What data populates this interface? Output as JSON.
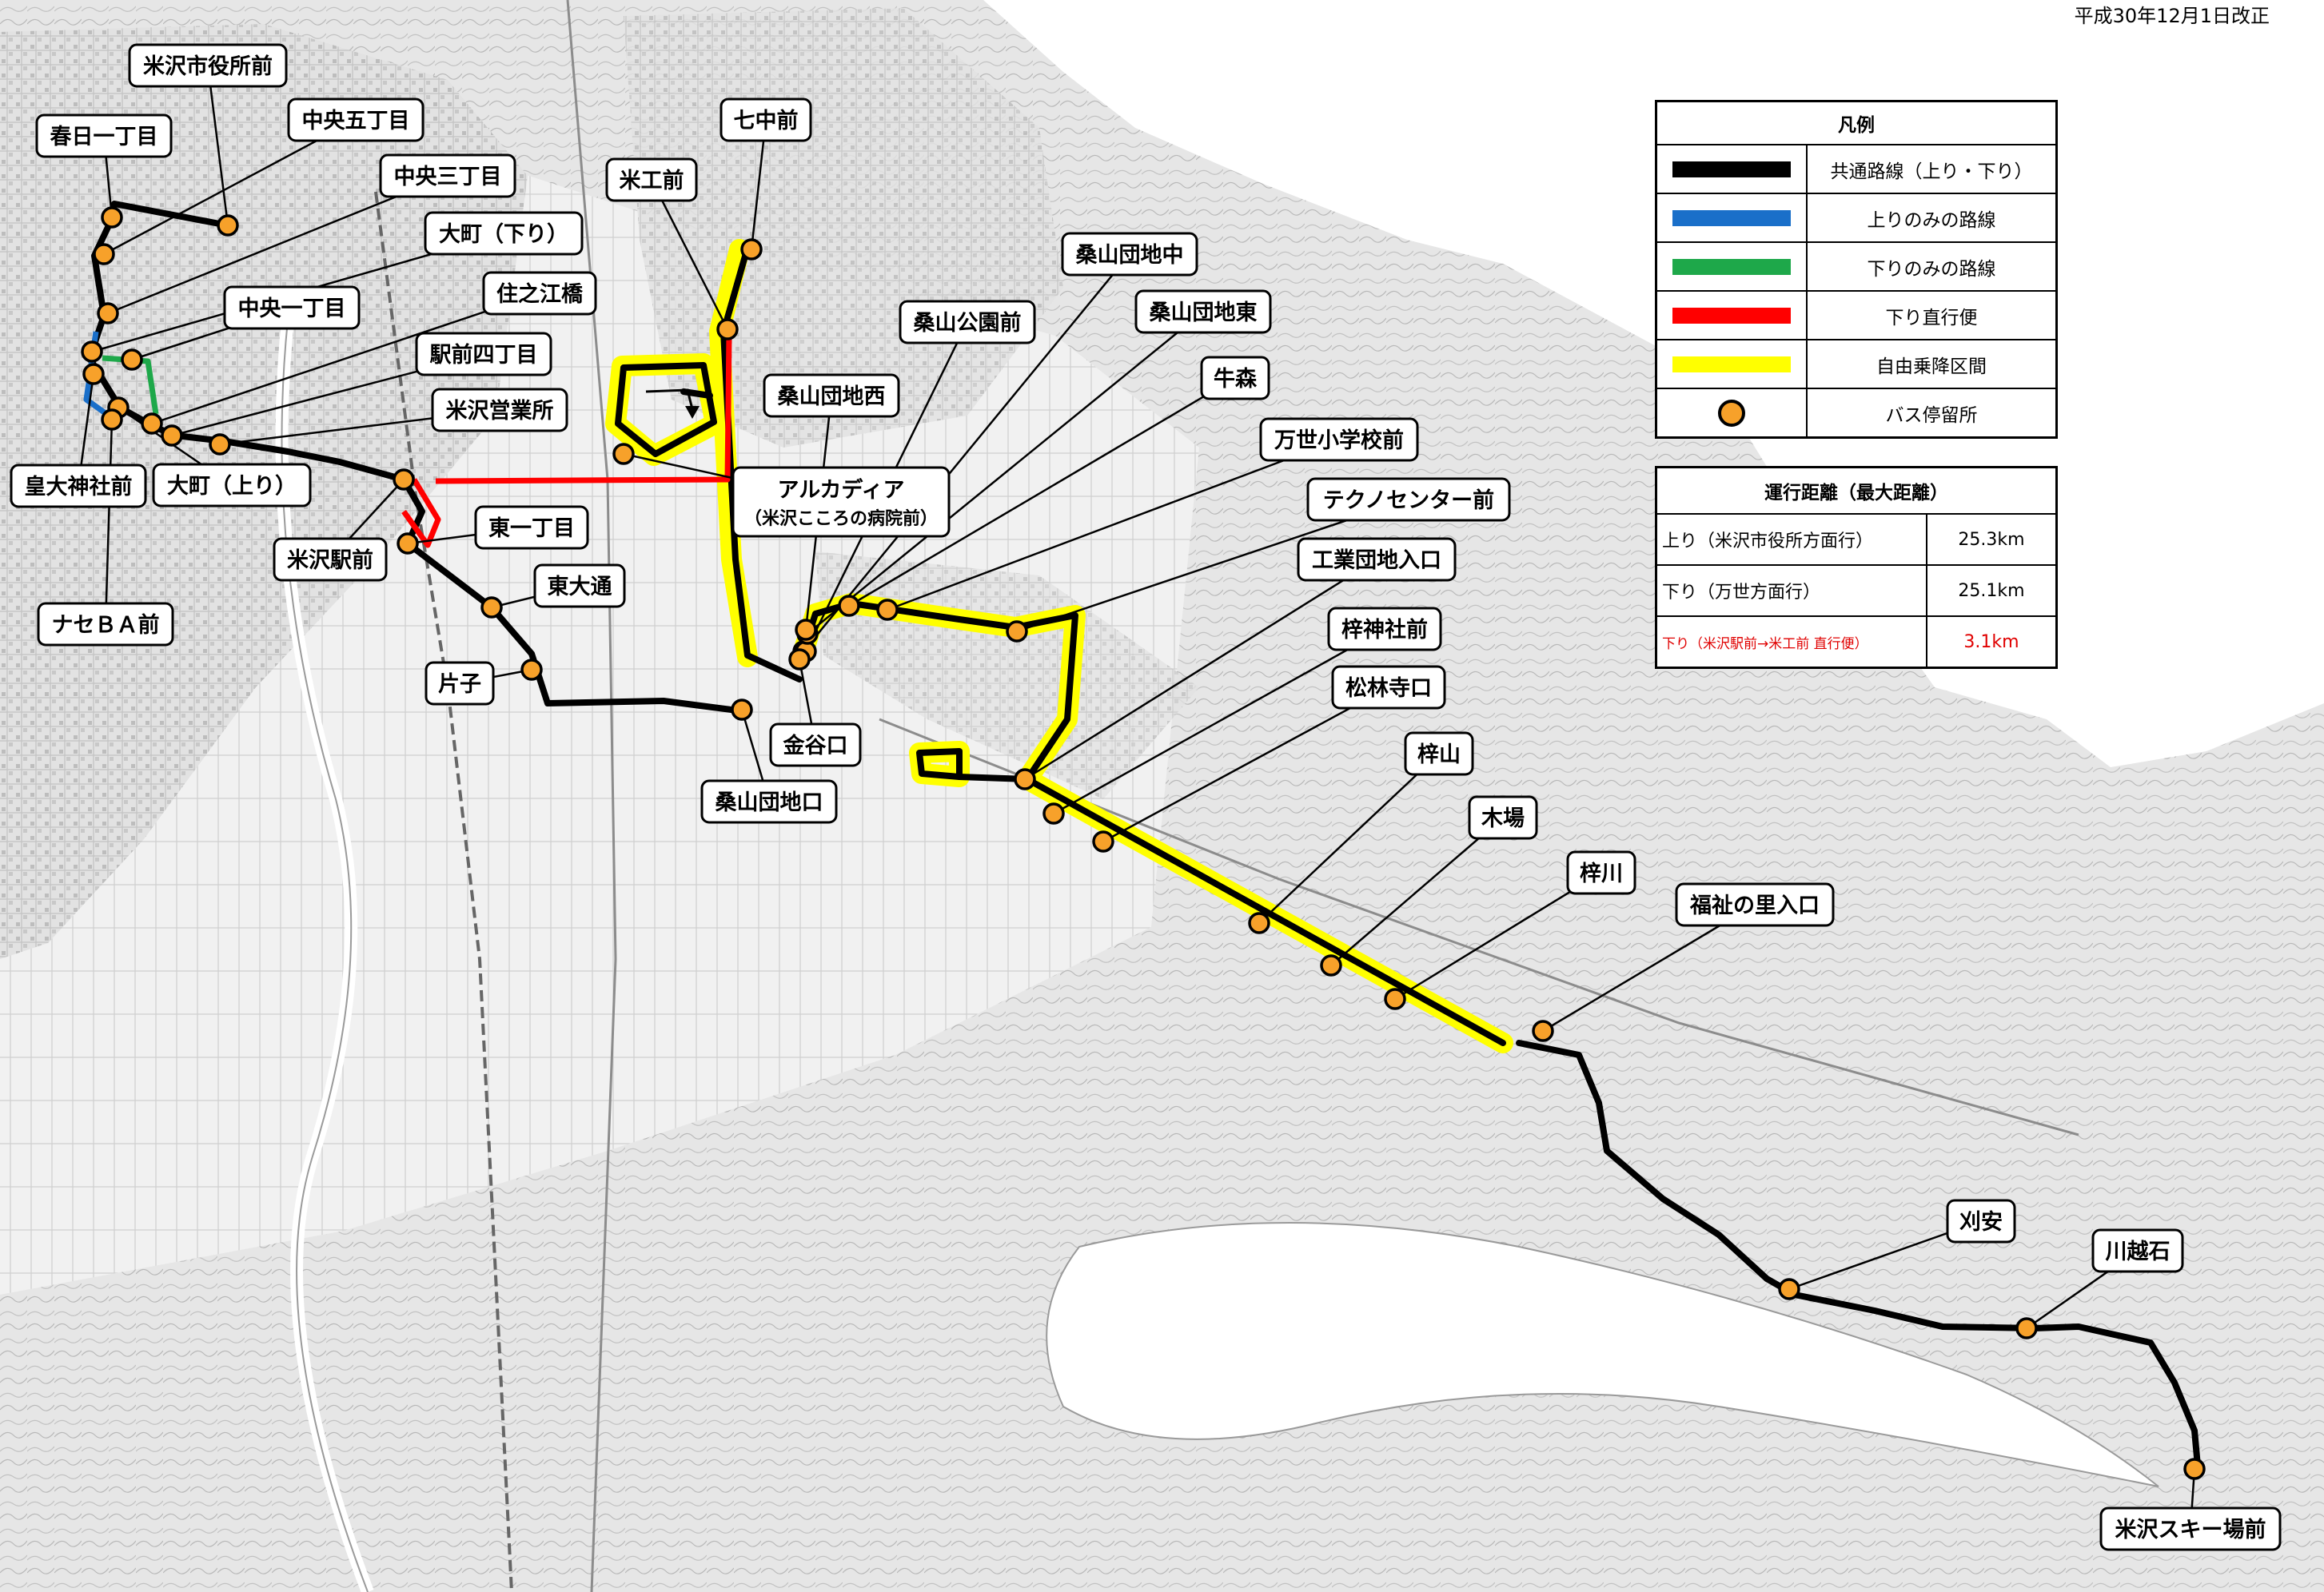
{
  "header": {
    "revision": "平成30年12月1日改正"
  },
  "colors": {
    "common": "#000000",
    "up_only": "#1a6fc9",
    "down_only": "#1ea84a",
    "express": "#ff0000",
    "free_zone": "#ffff00",
    "stop_fill": "#f7a12a"
  },
  "legend": {
    "title": "凡例",
    "items": [
      {
        "label": "共通路線（上り・下り）",
        "swatch": "line",
        "color": "#000000"
      },
      {
        "label": "上りのみの路線",
        "swatch": "line",
        "color": "#1a6fc9"
      },
      {
        "label": "下りのみの路線",
        "swatch": "line",
        "color": "#1ea84a"
      },
      {
        "label": "下り直行便",
        "swatch": "line",
        "color": "#ff0000"
      },
      {
        "label": "自由乗降区間",
        "swatch": "line",
        "color": "#ffff00"
      },
      {
        "label": "バス停留所",
        "swatch": "dot",
        "color": "#f7a12a"
      }
    ]
  },
  "distance": {
    "title": "運行距離（最大距離）",
    "rows": [
      {
        "direction": "上り（米沢市役所方面行）",
        "value": "25.3km",
        "express": false
      },
      {
        "direction": "下り（万世方面行）",
        "value": "25.1km",
        "express": false
      },
      {
        "direction": "下り（米沢駅前→米工前 直行便）",
        "value": "3.1km",
        "express": true
      }
    ]
  },
  "stops": [
    {
      "name": "米沢市役所前"
    },
    {
      "name": "春日一丁目"
    },
    {
      "name": "中央五丁目"
    },
    {
      "name": "中央三丁目"
    },
    {
      "name": "大町（下り）"
    },
    {
      "name": "中央一丁目"
    },
    {
      "name": "住之江橋"
    },
    {
      "name": "駅前四丁目"
    },
    {
      "name": "米沢営業所"
    },
    {
      "name": "皇大神社前"
    },
    {
      "name": "大町（上り）"
    },
    {
      "name": "ナセＢＡ前"
    },
    {
      "name": "米沢駅前"
    },
    {
      "name": "東一丁目"
    },
    {
      "name": "東大通"
    },
    {
      "name": "片子"
    },
    {
      "name": "米工前"
    },
    {
      "name": "七中前"
    },
    {
      "name": "桑山団地中"
    },
    {
      "name": "桑山公園前"
    },
    {
      "name": "桑山団地東"
    },
    {
      "name": "桑山団地西"
    },
    {
      "name": "牛森"
    },
    {
      "name": "万世小学校前"
    },
    {
      "name": "アルカディア",
      "sub": "（米沢こころの病院前）"
    },
    {
      "name": "テクノセンター前"
    },
    {
      "name": "工業団地入口"
    },
    {
      "name": "梓神社前"
    },
    {
      "name": "松林寺口"
    },
    {
      "name": "金谷口"
    },
    {
      "name": "桑山団地口"
    },
    {
      "name": "梓山"
    },
    {
      "name": "木場"
    },
    {
      "name": "梓川"
    },
    {
      "name": "福祉の里入口"
    },
    {
      "name": "刈安"
    },
    {
      "name": "川越石"
    },
    {
      "name": "米沢スキー場前"
    }
  ]
}
